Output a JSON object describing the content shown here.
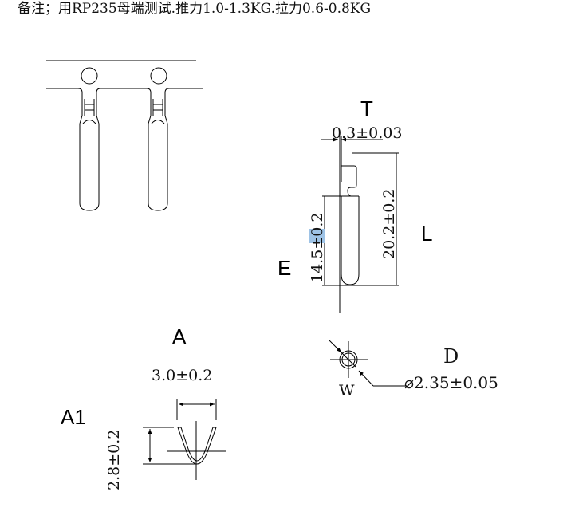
{
  "note": {
    "text": "备注；用RP235母端测试.推力1.0-1.3KG.拉力0.6-0.8KG"
  },
  "views": {
    "strip": {
      "label": ""
    },
    "side": {
      "t_label": "T",
      "t_dim": "0.3±0.03",
      "l_label": "L",
      "l_dim": "20.2±0.2",
      "e_label": "E",
      "e_dim_pre": "14.5",
      "e_dim_pm": "±",
      "e_dim_post": "0.2"
    },
    "section_a": {
      "a_label": "A",
      "a_dim": "3.0±0.2",
      "a1_label": "A1",
      "a1_dim": "2.8±0.2"
    },
    "section_d": {
      "d_label": "D",
      "d_dim": "⌀2.35±0.05",
      "w_label": "W"
    }
  },
  "colors": {
    "line": "#000000",
    "highlight": "#9ec3e6"
  }
}
